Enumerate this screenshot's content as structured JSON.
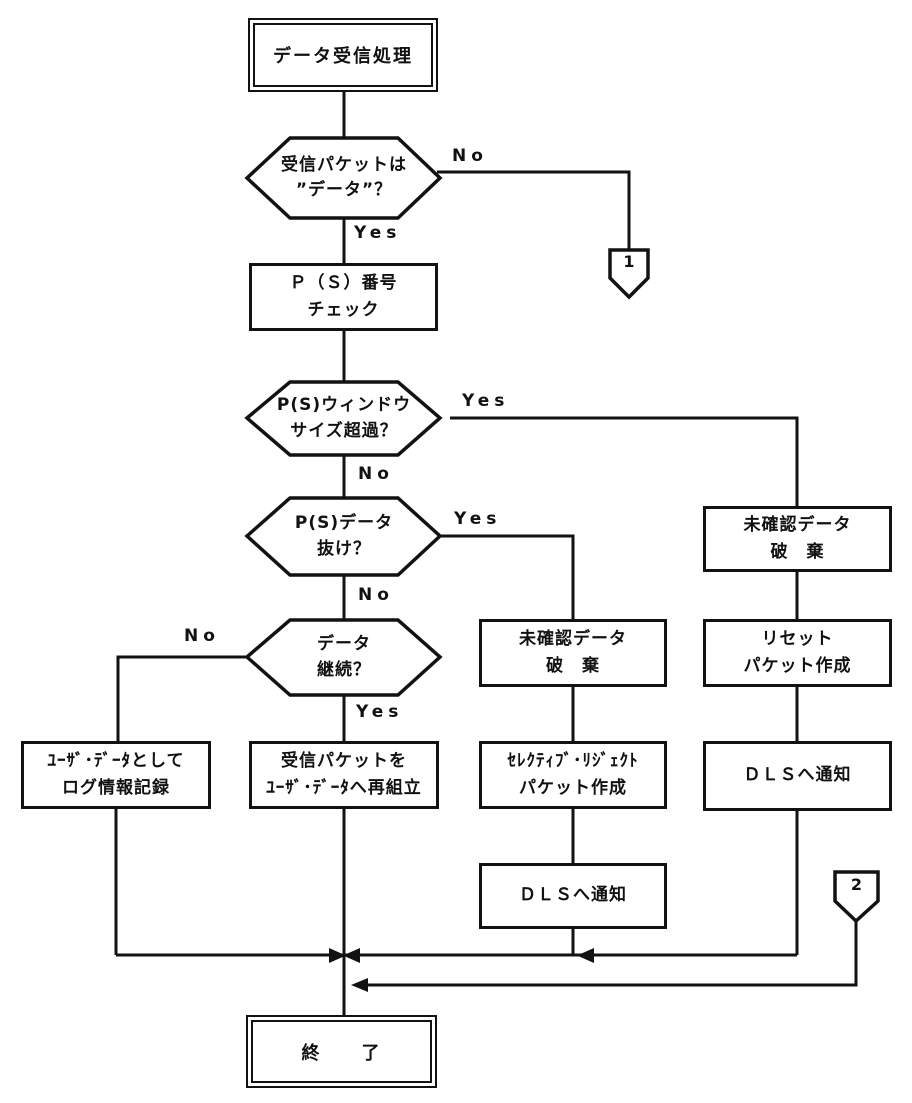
{
  "diagram": {
    "ink_color": "#121212",
    "background_color": "#ffffff",
    "nodes": {
      "start": {
        "label": "データ受信処理"
      },
      "d1": {
        "line1": "受信パケットは",
        "line2": "”データ”？"
      },
      "p_check": {
        "line1": "Ｐ（Ｓ）番号",
        "line2": "チェック"
      },
      "d2": {
        "line1": "P(S)ウィンドウ",
        "line2": "サイズ超過？"
      },
      "d3": {
        "line1": "P(S)データ",
        "line2": "抜け？"
      },
      "d4": {
        "line1": "データ",
        "line2": "継続？"
      },
      "log_record": {
        "line1": "ﾕｰｻﾞ･ﾃﾞｰﾀとして",
        "line2": "ログ情報記録"
      },
      "reassemble": {
        "line1": "受信パケットを",
        "line2": "ﾕｰｻﾞ･ﾃﾞｰﾀへ再組立"
      },
      "discard_mid": {
        "line1": "未確認データ",
        "line2": "破　棄"
      },
      "sel_reject": {
        "line1": "ｾﾚｸﾃｨﾌﾞ･ﾘｼﾞｪｸﾄ",
        "line2": "パケット作成"
      },
      "dls_mid": {
        "line1": "ＤＬＳへ通知"
      },
      "discard_right": {
        "line1": "未確認データ",
        "line2": "破　棄"
      },
      "reset_packet": {
        "line1": "リセット",
        "line2": "パケット作成"
      },
      "dls_right": {
        "line1": "ＤＬＳへ通知"
      },
      "end": {
        "label": "終　　了"
      },
      "connector1": {
        "label": "1"
      },
      "connector2": {
        "label": "2"
      }
    },
    "branch_labels": {
      "d1_no": "No",
      "d1_yes": "Yes",
      "d2_yes": "Yes",
      "d2_no": "No",
      "d3_yes": "Yes",
      "d3_no": "No",
      "d4_no": "No",
      "d4_yes": "Yes"
    }
  }
}
